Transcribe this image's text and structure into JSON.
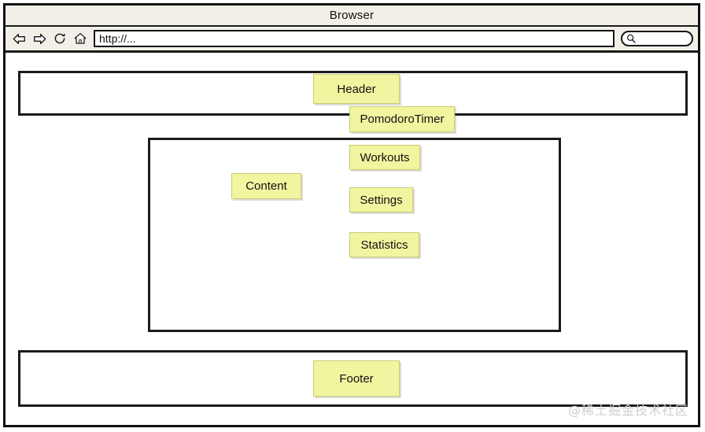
{
  "window": {
    "title": "Browser",
    "frame_color": "#111111",
    "chrome_bg": "#f1efe7"
  },
  "toolbar": {
    "back_icon": "back-arrow-icon",
    "forward_icon": "forward-arrow-icon",
    "reload_icon": "reload-icon",
    "home_icon": "home-icon",
    "url_value": "http://...",
    "url_placeholder": "http://...",
    "search_icon": "search-icon",
    "search_value": "",
    "search_placeholder": ""
  },
  "wireframe": {
    "note_color": "#f2f5a0",
    "note_border": "#c9cc7a",
    "line_color": "#1b1b1b",
    "header": {
      "label": "Header"
    },
    "content": {
      "label": "Content",
      "items": [
        {
          "label": "PomodoroTimer"
        },
        {
          "label": "Workouts"
        },
        {
          "label": "Settings"
        },
        {
          "label": "Statistics"
        }
      ]
    },
    "footer": {
      "label": "Footer"
    }
  },
  "watermark": {
    "text": "@稀土掘金技术社区"
  }
}
